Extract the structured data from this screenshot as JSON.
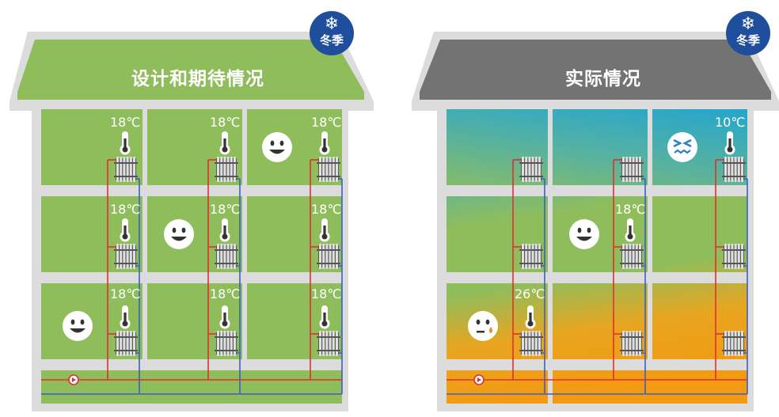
{
  "season_label": "冬季",
  "snow_icon": "❄",
  "colors": {
    "green": "#8fbd5c",
    "gray_frame": "#dcdcdc",
    "roof_green": "#8fbd5c",
    "roof_gray": "#737373",
    "badge": "#1f4e9c",
    "supply_pipe": "#e03030",
    "return_pipe": "#3a60c8",
    "hot": "#f29a12",
    "cold": "#1aa2d6"
  },
  "design": {
    "title": "设计和期待情况",
    "rooms": [
      {
        "temp": "18℃",
        "face": null
      },
      {
        "temp": "18℃",
        "face": null
      },
      {
        "temp": "18℃",
        "face": "happy"
      },
      {
        "temp": "18℃",
        "face": null
      },
      {
        "temp": "18℃",
        "face": "happy"
      },
      {
        "temp": "18℃",
        "face": null
      },
      {
        "temp": "18℃",
        "face": "happy"
      },
      {
        "temp": "18℃",
        "face": null
      },
      {
        "temp": "18℃",
        "face": null
      }
    ]
  },
  "actual": {
    "title": "实际情况",
    "rooms": [
      {
        "temp": "",
        "face": null
      },
      {
        "temp": "",
        "face": null
      },
      {
        "temp": "10℃",
        "face": "cold"
      },
      {
        "temp": "",
        "face": null
      },
      {
        "temp": "18℃",
        "face": "happy"
      },
      {
        "temp": "",
        "face": null
      },
      {
        "temp": "26℃",
        "face": "hot"
      },
      {
        "temp": "",
        "face": null
      },
      {
        "temp": "",
        "face": null
      }
    ]
  }
}
